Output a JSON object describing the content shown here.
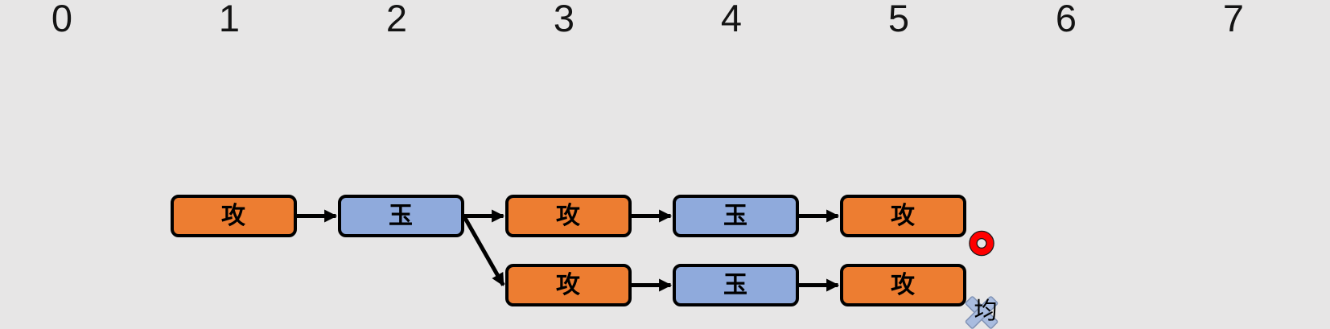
{
  "ruler": {
    "labels": [
      "0",
      "1",
      "2",
      "3",
      "4",
      "5",
      "6",
      "7"
    ]
  },
  "colors": {
    "background": "#E7E6E6",
    "attacker_fill": "#ED7D31",
    "defender_fill": "#8FAADC",
    "node_border": "#000000",
    "node_text": "#000000",
    "arrow": "#000000",
    "success_ring": "#FF0000",
    "success_ring_outline": "#1A1A1A",
    "prune_fill": "#A9BCDF",
    "prune_border": "#8193B5",
    "prune_text": "#000000",
    "ruler_text": "#141414"
  },
  "tree": {
    "nodes": [
      {
        "id": "n1",
        "label": "攻",
        "type": "attacker",
        "row": 0,
        "col": 1
      },
      {
        "id": "n2",
        "label": "玉",
        "type": "defender",
        "row": 0,
        "col": 2
      },
      {
        "id": "n3",
        "label": "攻",
        "type": "attacker",
        "row": 0,
        "col": 3
      },
      {
        "id": "n4",
        "label": "玉",
        "type": "defender",
        "row": 0,
        "col": 4
      },
      {
        "id": "n5",
        "label": "攻",
        "type": "attacker",
        "row": 0,
        "col": 5
      },
      {
        "id": "n6",
        "label": "攻",
        "type": "attacker",
        "row": 1,
        "col": 3
      },
      {
        "id": "n7",
        "label": "玉",
        "type": "defender",
        "row": 1,
        "col": 4
      },
      {
        "id": "n8",
        "label": "攻",
        "type": "attacker",
        "row": 1,
        "col": 5
      }
    ],
    "edges": [
      {
        "from": "n1",
        "to": "n2"
      },
      {
        "from": "n2",
        "to": "n3"
      },
      {
        "from": "n2",
        "to": "n6"
      },
      {
        "from": "n3",
        "to": "n4"
      },
      {
        "from": "n4",
        "to": "n5"
      },
      {
        "from": "n6",
        "to": "n7"
      },
      {
        "from": "n7",
        "to": "n8"
      }
    ],
    "markers": [
      {
        "type": "success",
        "shape": "red-circle",
        "attached_to": "n5"
      },
      {
        "type": "pruned",
        "shape": "blue-x-cross",
        "attached_to": "n8",
        "label": "均"
      }
    ]
  }
}
